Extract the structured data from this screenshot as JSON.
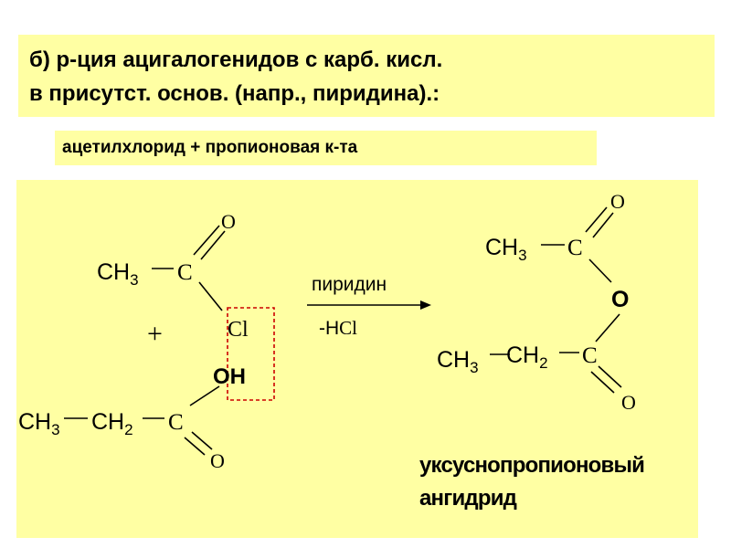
{
  "title": {
    "line1": "б) р-ция ацигалогенидов с карб. кисл.",
    "line2": "в присутст. основ. (напр., пиридина).:"
  },
  "subtitle": "ацетилхлорид + пропионовая к-та",
  "scheme": {
    "reactant1": {
      "ch3": "CH",
      "sub3": "3",
      "c": "C",
      "o": "O",
      "cl": "Cl"
    },
    "plus": "+",
    "reactant2": {
      "ch3": "CH",
      "sub3": "3",
      "ch2": "CH",
      "sub2": "2",
      "c": "C",
      "oh": "OH",
      "o": "O"
    },
    "arrow": {
      "above": "пиридин",
      "below_h": "-H",
      "below_cl": "Cl"
    },
    "product": {
      "ch3_top": "CH",
      "sub3_top": "3",
      "c_top": "C",
      "o_top": "O",
      "o_bridge": "O",
      "ch3_bottom": "CH",
      "sub3_bottom": "3",
      "ch2": "CH",
      "sub2": "2",
      "c_bottom": "C",
      "o_bottom": "O",
      "name_line1": "уксуснопропионовый",
      "name_line2": "ангидрид"
    }
  },
  "colors": {
    "panel": "#ffffa3",
    "highlight_box": "#cc0000"
  }
}
